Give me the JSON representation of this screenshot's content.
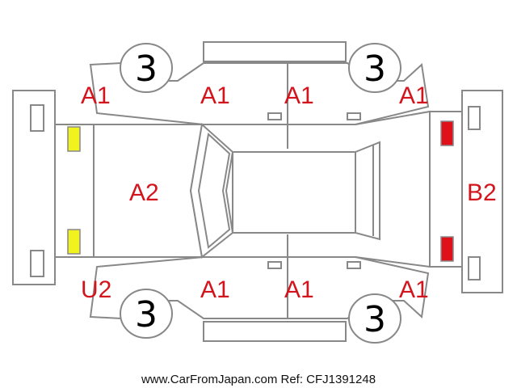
{
  "colors": {
    "outline": "#888888",
    "label_red": "#d4141c",
    "marker_yellow": "#f2f21e",
    "marker_red": "#e0101a"
  },
  "labels": {
    "front_left_fender": "A1",
    "front_left_door": "A1",
    "rear_left_door": "A1",
    "rear_left_fender": "A1",
    "hood": "A2",
    "rear_bumper": "B2",
    "front_bumper": "U2",
    "front_right_door": "A1",
    "rear_right_door": "A1",
    "rear_right_fender": "A1"
  },
  "tires": {
    "front_left": "3",
    "rear_left": "3",
    "front_right": "3",
    "rear_right": "3"
  },
  "markers": {
    "front_lamps": {
      "color": "yellow",
      "icon": "headlamp-marker-icon"
    },
    "rear_lamps": {
      "color": "red",
      "icon": "taillamp-marker-icon"
    }
  },
  "footer": "www.CarFromJapan.com Ref: CFJ1391248"
}
